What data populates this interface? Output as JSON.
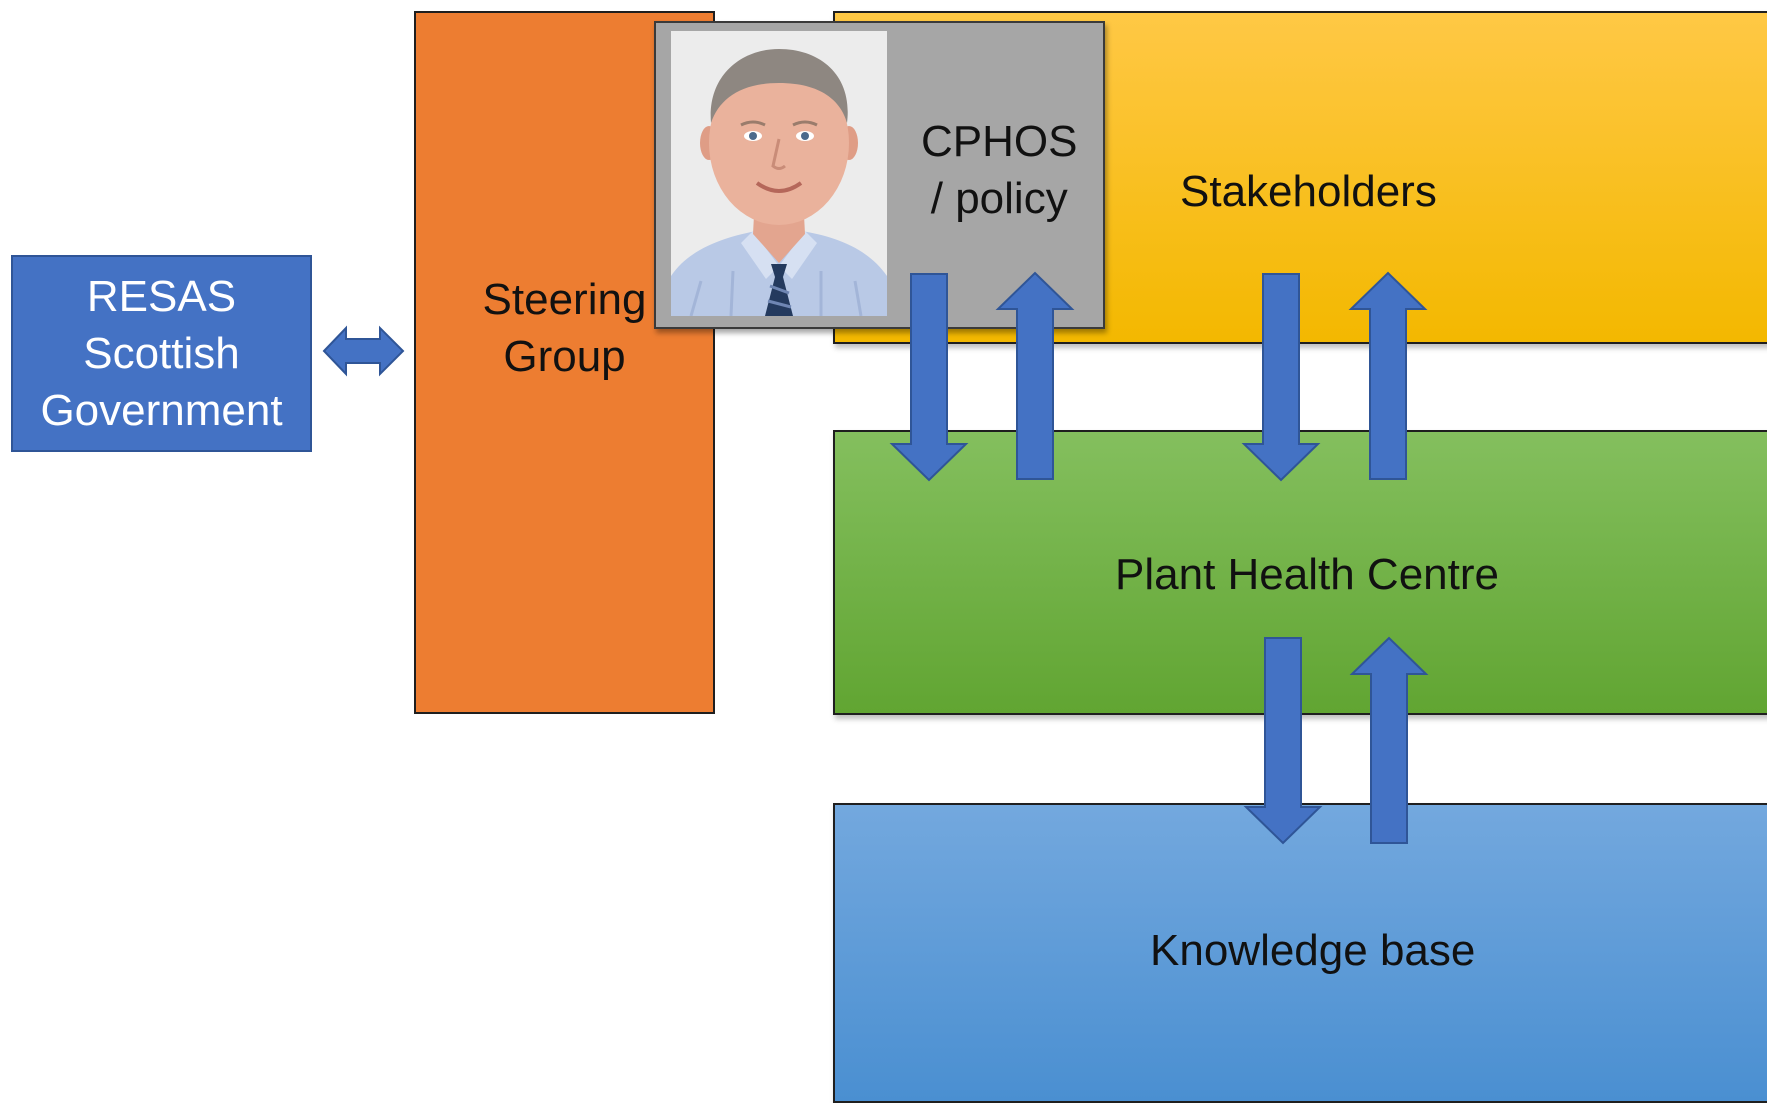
{
  "nodes": {
    "resas": {
      "line1": "RESAS",
      "line2": "Scottish",
      "line3": "Government"
    },
    "steering_group": {
      "line1": "Steering",
      "line2": "Group"
    },
    "cphos": {
      "line1": "CPHOS",
      "line2": "/ policy"
    },
    "stakeholders": {
      "label": "Stakeholders"
    },
    "plant_health_centre": {
      "label": "Plant Health Centre"
    },
    "knowledge_base": {
      "label": "Knowledge base"
    }
  },
  "colors": {
    "arrow": "#4472c4",
    "arrow_outline": "#2f5597",
    "resas": "#4472c4",
    "steering_group": "#ed7d31",
    "stakeholders": "#ffc000",
    "plant_health_centre": "#70ad47",
    "knowledge_base": "#5b9bd5",
    "cphos": "#a6a6a6"
  },
  "icons": {
    "photo": "person-portrait-photo",
    "resas_link": "double-headed-arrow-icon",
    "flow_arrows": "block-arrow-icon"
  }
}
